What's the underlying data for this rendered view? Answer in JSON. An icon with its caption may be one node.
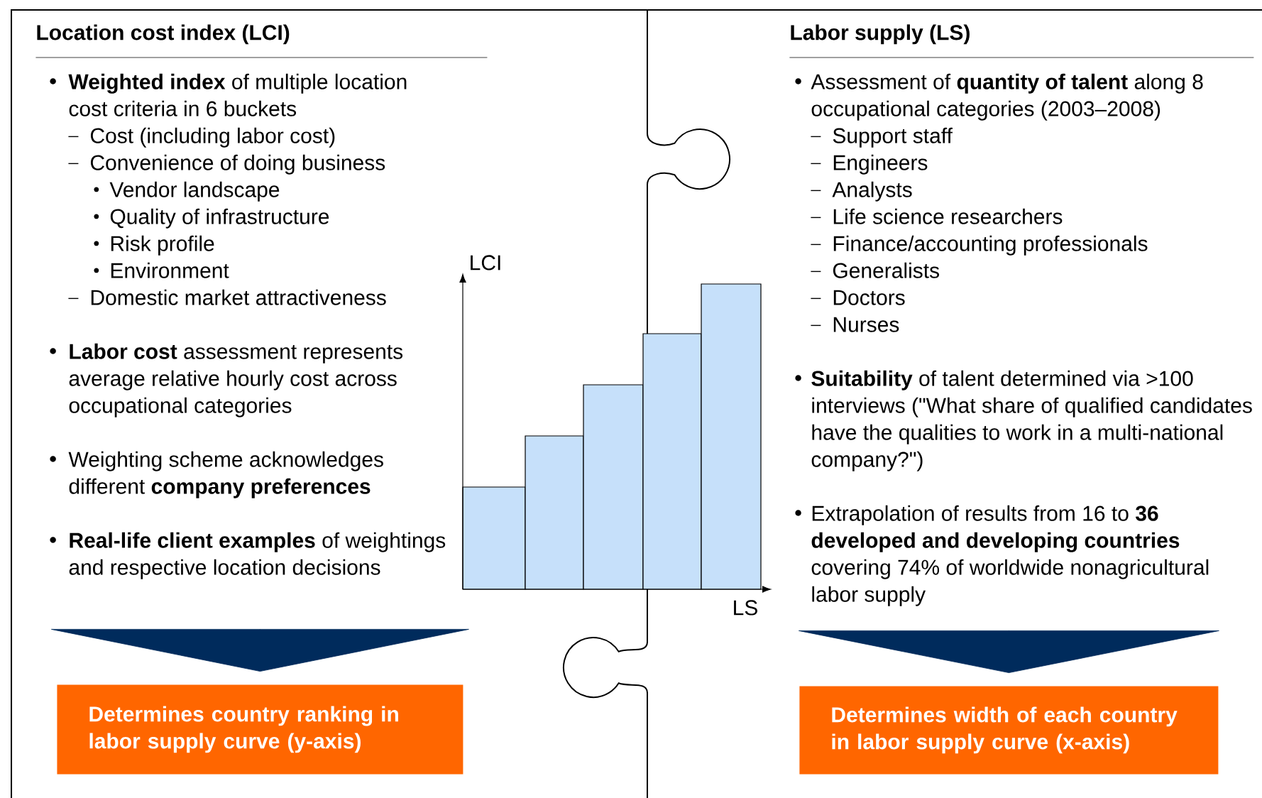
{
  "diagram": {
    "nodes": [
      {
        "text": [
          "Location cost index (LCI)",
          "**Weighted index** of multiple location cost criteria in 6 buckets",
          "Cost (including labor cost)",
          "Convenience of doing business",
          "Vendor landscape",
          "Quality of infrastructure",
          "Risk profile",
          "Environment",
          "Domestic market attractiveness",
          "**Labor cost** assessment represents average relative hourly cost across occupational categories",
          "Weighting scheme acknowledges different **company preferences**",
          "**Real-life client examples** of weightings and respective location decisions"
        ]
      },
      {
        "text": [
          "Determines country ranking in labor supply curve (y-axis)"
        ]
      },
      {
        "text": [
          "Labor supply (LS)",
          "Assessment of **quantity of talent** along 8 occupational categories (2003–2008)",
          "Support staff",
          "Engineers",
          "Analysts",
          "Life science researchers",
          "Finance/accounting professionals",
          "Generalists",
          "Doctors",
          "Nurses",
          "**Suitability** of talent determined via >100 interviews (\"What share of qualified candidates have the qualities to work in a multi-national company?\")",
          "Extrapolation of results from 16 to **36 developed and developing countries** covering 74% of worldwide nonagricultural labor supply"
        ]
      },
      {
        "text": [
          "Determines width of each country in labor supply curve (x-axis)"
        ]
      }
    ],
    "edges": [
      {
        "from": 0,
        "to": 1,
        "arrow": "to"
      },
      {
        "from": 2,
        "to": 3,
        "arrow": "to"
      }
    ],
    "labels": [
      "LCI",
      "LS"
    ]
  }
}
